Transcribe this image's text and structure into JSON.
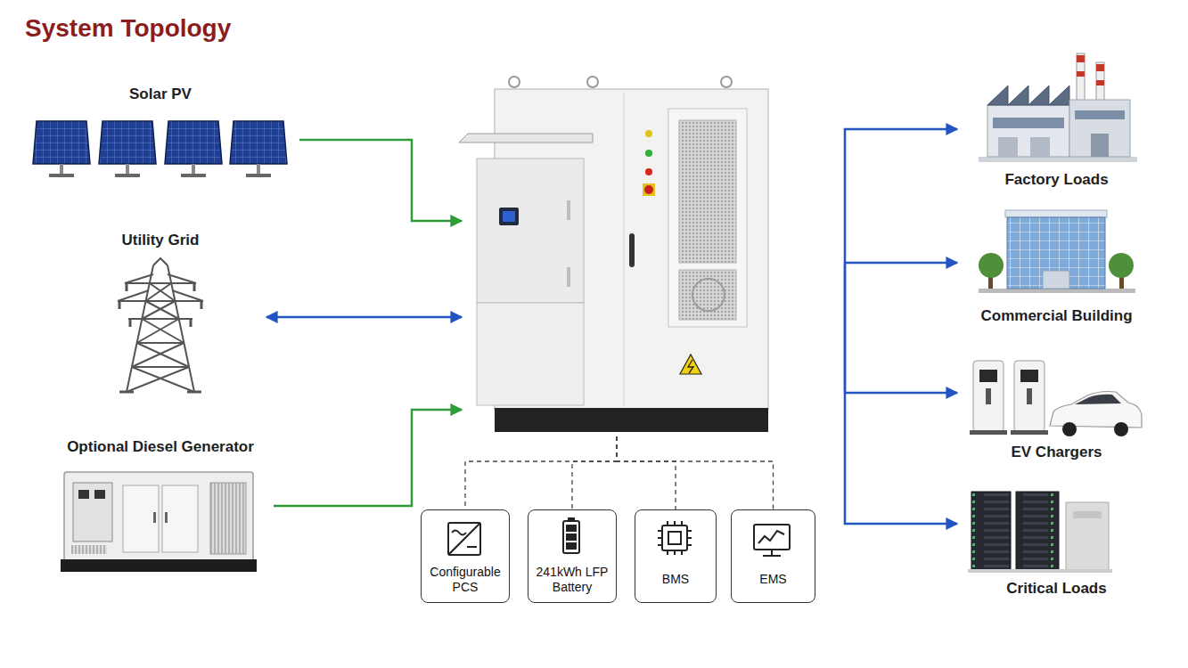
{
  "diagram": {
    "title": "System Topology",
    "nodes": [
      {
        "text": [
          "Solar PV"
        ]
      },
      {
        "text": [
          "Utility Grid"
        ]
      },
      {
        "text": [
          "Optional Diesel Generator"
        ]
      },
      {
        "text": []
      },
      {
        "text": [
          "Configurable PCS"
        ]
      },
      {
        "text": [
          "241kWh LFP Battery"
        ]
      },
      {
        "text": [
          "BMS"
        ]
      },
      {
        "text": [
          "EMS"
        ]
      },
      {
        "text": [
          "Factory Loads"
        ]
      },
      {
        "text": [
          "Commercial Building"
        ]
      },
      {
        "text": [
          "EV Chargers"
        ]
      },
      {
        "text": [
          "Critical Loads"
        ]
      }
    ],
    "edges": [
      {
        "from": 0,
        "to": 3,
        "arrow": "to"
      },
      {
        "from": 1,
        "to": 3,
        "arrow": "both"
      },
      {
        "from": 2,
        "to": 3,
        "arrow": "to"
      },
      {
        "from": 3,
        "to": 8,
        "arrow": "to"
      },
      {
        "from": 3,
        "to": 9,
        "arrow": "to"
      },
      {
        "from": 3,
        "to": 10,
        "arrow": "to"
      },
      {
        "from": 3,
        "to": 11,
        "arrow": "to"
      },
      {
        "from": 3,
        "to": 4,
        "arrow": "none"
      },
      {
        "from": 3,
        "to": 5,
        "arrow": "none"
      },
      {
        "from": 3,
        "to": 6,
        "arrow": "none"
      },
      {
        "from": 3,
        "to": 7,
        "arrow": "none"
      }
    ]
  }
}
